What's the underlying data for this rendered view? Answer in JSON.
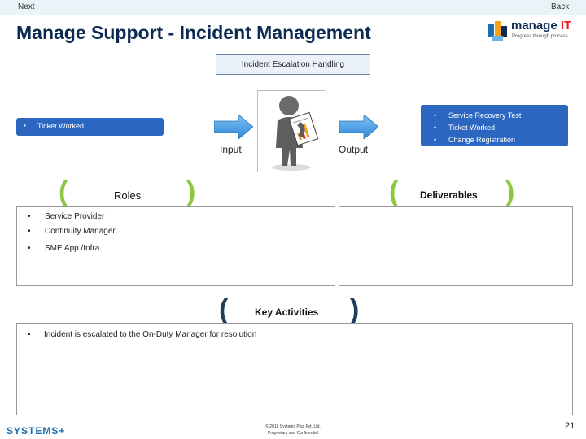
{
  "nav": {
    "next": "Next",
    "back": "Back"
  },
  "title": "Manage Support - Incident Management",
  "logo": {
    "brand_main": "manage",
    "brand_it": "IT",
    "tagline": "Progress through process"
  },
  "escalation_label": "Incident Escalation Handling",
  "inputs": {
    "bullet": "•",
    "items": [
      "Ticket Worked"
    ]
  },
  "input_label": "Input",
  "output_label": "Output",
  "outputs": {
    "bullet": "•",
    "items": [
      "Service Recovery Test",
      "Ticket Worked",
      "Change Registration"
    ]
  },
  "roles": {
    "heading": "Roles",
    "items": [
      "Service Provider",
      "Continuity Manager",
      "SME App./Infra."
    ]
  },
  "deliverables": {
    "heading": "Deliverables"
  },
  "key_activities": {
    "heading": "Key Activities",
    "items": [
      "Incident is escalated to the On-Duty Manager for resolution"
    ]
  },
  "footer": {
    "company_logo": "SYSTEMS+",
    "copyright_line1": "© 2018 Systems Plus Pvt. Ltd.",
    "copyright_line2": "Proprietary and Confidential",
    "page_number": "21"
  },
  "colors": {
    "accent_blue": "#2b67c1",
    "paren_green": "#8dc63f",
    "paren_dark": "#1f3d5c",
    "title_navy": "#0d2b52"
  }
}
